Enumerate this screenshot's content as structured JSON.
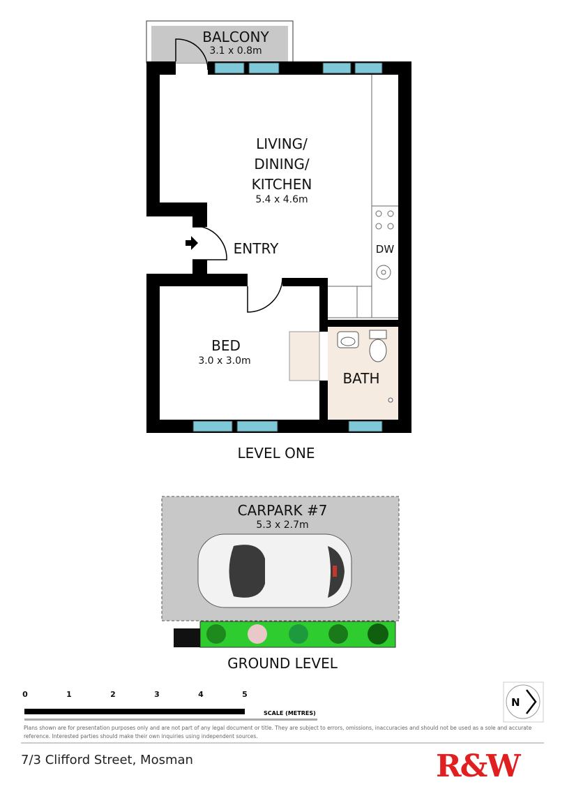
{
  "level_one": {
    "title": "LEVEL ONE",
    "rooms": [
      {
        "name": "BALCONY",
        "size": "3.1 x 0.8m"
      },
      {
        "name_lines": [
          "LIVING/",
          "DINING/",
          "KITCHEN"
        ],
        "size": "5.4 x 4.6m"
      },
      {
        "name": "ENTRY"
      },
      {
        "name": "BED",
        "size": "3.0 x 3.0m"
      },
      {
        "name": "BATH"
      }
    ],
    "appliance_label": "DW"
  },
  "ground_level": {
    "title": "GROUND LEVEL",
    "carpark": {
      "name": "CARPARK #7",
      "size": "5.3 x 2.7m"
    }
  },
  "scale": {
    "ticks": [
      "0",
      "1",
      "2",
      "3",
      "4",
      "5"
    ],
    "label": "SCALE (METRES)"
  },
  "compass": {
    "letter": "N"
  },
  "disclaimer": "Plans shown are for presentation purposes only and are not part of any legal document or title. They are subject to errors, omissions, inaccuracies and should not be used as a sole and accurate reference. Interested parties should make their own inquiries using independent sources.",
  "address": "7/3 Clifford Street, Mosman",
  "brand": "R&W",
  "colors": {
    "wall": "#000000",
    "window": "#7ec8d8",
    "balcony": "#c8c8c8",
    "carpark": "#c8c8c8",
    "garden": "#2ecc2e",
    "brand": "#e02020"
  }
}
